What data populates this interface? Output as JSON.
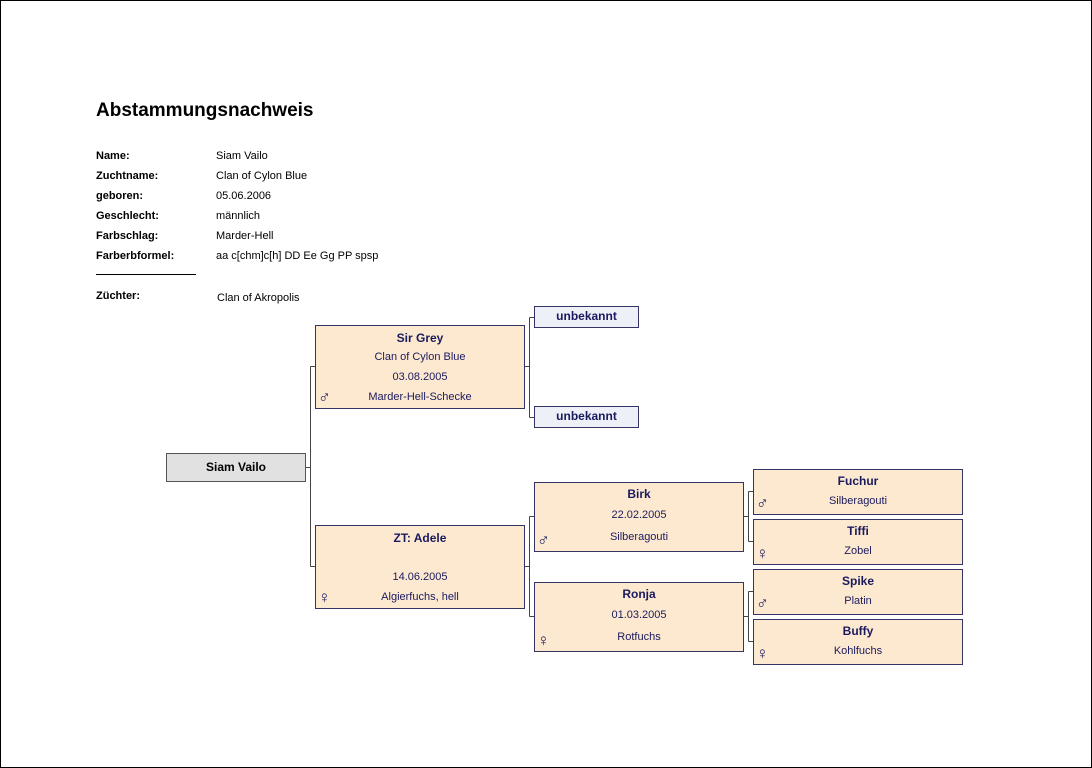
{
  "document": {
    "title": "Abstammungsnachweis",
    "fields": [
      {
        "label": "Name:",
        "value": "Siam Vailo"
      },
      {
        "label": "Zuchtname:",
        "value": "Clan of Cylon Blue"
      },
      {
        "label": "geboren:",
        "value": "05.06.2006"
      },
      {
        "label": "Geschlecht:",
        "value": "männlich"
      },
      {
        "label": "Farbschlag:",
        "value": "Marder-Hell"
      },
      {
        "label": "Farberbformel:",
        "value": "aa c[chm]c[h] DD Ee Gg PP spsp"
      }
    ],
    "breeder": {
      "label": "Züchter:",
      "value": "Clan of Akropolis"
    }
  },
  "symbols": {
    "male": "♂",
    "female": "♀"
  },
  "pedigree": {
    "root": {
      "name": "Siam Vailo"
    },
    "father": {
      "name": "Sir Grey",
      "kennel": "Clan of Cylon Blue",
      "date": "03.08.2005",
      "color": "Marder-Hell-Schecke",
      "sex": "male"
    },
    "father_father": {
      "name": "unbekannt"
    },
    "father_mother": {
      "name": "unbekannt"
    },
    "mother": {
      "name": "ZT: Adele",
      "kennel": "",
      "date": "14.06.2005",
      "color": "Algierfuchs, hell",
      "sex": "female"
    },
    "mother_father": {
      "name": "Birk",
      "date": "22.02.2005",
      "color": "Silberagouti",
      "sex": "male"
    },
    "mother_mother": {
      "name": "Ronja",
      "date": "01.03.2005",
      "color": "Rotfuchs",
      "sex": "female"
    },
    "mff": {
      "name": "Fuchur",
      "color": "Silberagouti",
      "sex": "male"
    },
    "mfm": {
      "name": "Tiffi",
      "color": "Zobel",
      "sex": "female"
    },
    "mmf": {
      "name": "Spike",
      "color": "Platin",
      "sex": "male"
    },
    "mmm": {
      "name": "Buffy",
      "color": "Kohlfuchs",
      "sex": "female"
    }
  }
}
